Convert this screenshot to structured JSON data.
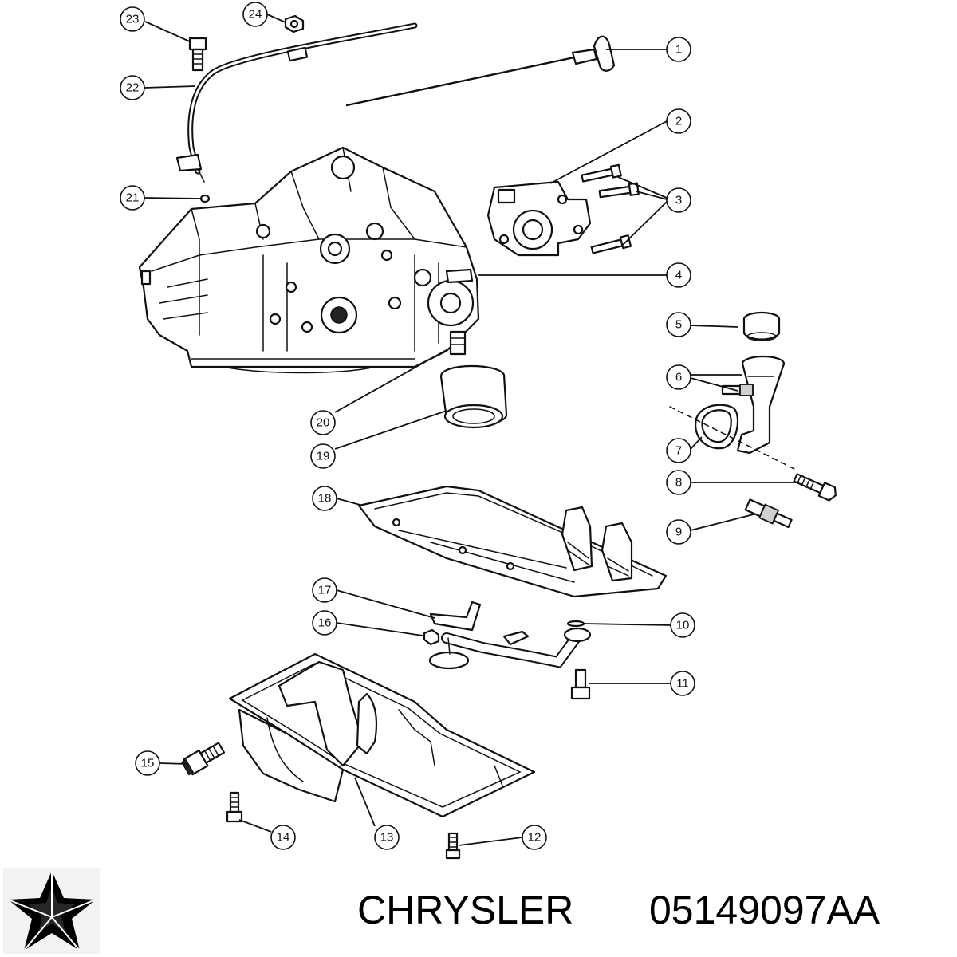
{
  "callouts": [
    {
      "label": "1"
    },
    {
      "label": "2"
    },
    {
      "label": "3"
    },
    {
      "label": "4"
    },
    {
      "label": "5"
    },
    {
      "label": "6"
    },
    {
      "label": "7"
    },
    {
      "label": "8"
    },
    {
      "label": "9"
    },
    {
      "label": "10"
    },
    {
      "label": "11"
    },
    {
      "label": "12"
    },
    {
      "label": "13"
    },
    {
      "label": "14"
    },
    {
      "label": "15"
    },
    {
      "label": "16"
    },
    {
      "label": "17"
    },
    {
      "label": "18"
    },
    {
      "label": "19"
    },
    {
      "label": "20"
    },
    {
      "label": "21"
    },
    {
      "label": "22"
    },
    {
      "label": "23"
    },
    {
      "label": "24"
    }
  ],
  "footer": {
    "brand": "CHRYSLER",
    "part_number": "05149097AA",
    "logo": "pentastar-logo"
  },
  "colors": {
    "line": "#111111",
    "background": "#ffffff",
    "text": "#000000"
  }
}
